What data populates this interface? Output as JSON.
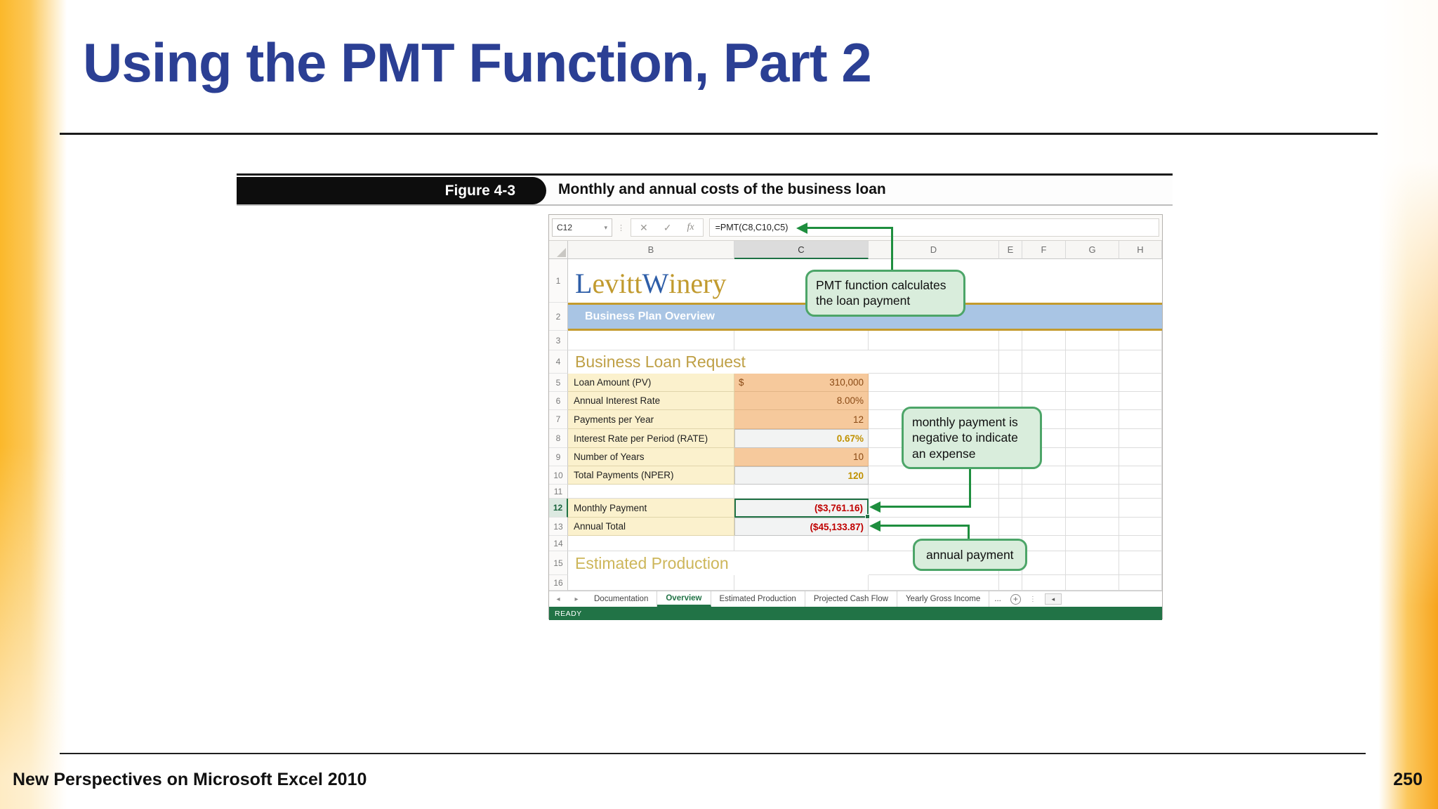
{
  "slide": {
    "title": "Using the PMT Function, Part 2",
    "footer_left": "New Perspectives on Microsoft Excel 2010",
    "page_number": "250"
  },
  "figure": {
    "label": "Figure 4-3",
    "caption": "Monthly and annual costs of the business loan"
  },
  "excel": {
    "name_box": "C12",
    "name_box_caret": "▾",
    "formula": "=PMT(C8,C10,C5)",
    "icons": {
      "cancel": "✕",
      "enter": "✓",
      "function": "fx",
      "separator": "⋮"
    },
    "columns": [
      "B",
      "C",
      "D",
      "E",
      "F",
      "G",
      "H"
    ],
    "selected_column": "C",
    "row_numbers": [
      "1",
      "2",
      "3",
      "4",
      "5",
      "6",
      "7",
      "8",
      "9",
      "10",
      "11",
      "12",
      "13",
      "14",
      "15",
      "16"
    ],
    "company_parts": [
      {
        "text": "L",
        "color": "blue"
      },
      {
        "text": "evitt ",
        "color": "gold"
      },
      {
        "text": "W",
        "color": "blue"
      },
      {
        "text": "inery",
        "color": "gold"
      }
    ],
    "band_title": "Business Plan Overview",
    "section_loan": "Business Loan Request",
    "section_production": "Estimated Production",
    "data_rows": [
      {
        "row": "5",
        "label": "Loan Amount (PV)",
        "prefix": "$",
        "value": "310,000",
        "style": "input"
      },
      {
        "row": "6",
        "label": "Annual Interest Rate",
        "value": "8.00%",
        "style": "input"
      },
      {
        "row": "7",
        "label": "Payments per Year",
        "value": "12",
        "style": "input"
      },
      {
        "row": "8",
        "label": "Interest Rate per Period (RATE)",
        "value": "0.67%",
        "style": "calc"
      },
      {
        "row": "9",
        "label": "Number of Years",
        "value": "10",
        "style": "input"
      },
      {
        "row": "10",
        "label": "Total Payments (NPER)",
        "value": "120",
        "style": "calc"
      },
      {
        "row": "12",
        "label": "Monthly Payment",
        "value": "($3,761.16)",
        "style": "negative",
        "active": true
      },
      {
        "row": "13",
        "label": "Annual Total",
        "value": "($45,133.87)",
        "style": "negative"
      }
    ],
    "tabs": {
      "nav_left": "◂",
      "nav_right": "▸",
      "items": [
        "Documentation",
        "Overview",
        "Estimated Production",
        "Projected Cash Flow",
        "Yearly Gross Income"
      ],
      "active": "Overview",
      "overflow": "...",
      "add_sheet": "+",
      "more": "⋮",
      "scroll_left": "◂"
    },
    "status": "READY"
  },
  "callouts": {
    "pmt": "PMT function calculates the loan payment",
    "monthly": "monthly payment is negative to indicate an expense",
    "annual": "annual payment"
  },
  "colors": {
    "title_blue": "#2B3F94",
    "edge_orange": "#FBB82A",
    "excel_green": "#217346",
    "arrow_green": "#1E8E3E",
    "callout_bg": "#D9EDDC",
    "callout_border": "#4CA568",
    "band_blue": "#A9C5E4",
    "gold_accent": "#C49B2D",
    "label_bg": "#FBF1CD",
    "input_bg": "#F6C99C",
    "input_text": "#8A4A15",
    "calc_text": "#C09100",
    "negative_red": "#C00000"
  }
}
